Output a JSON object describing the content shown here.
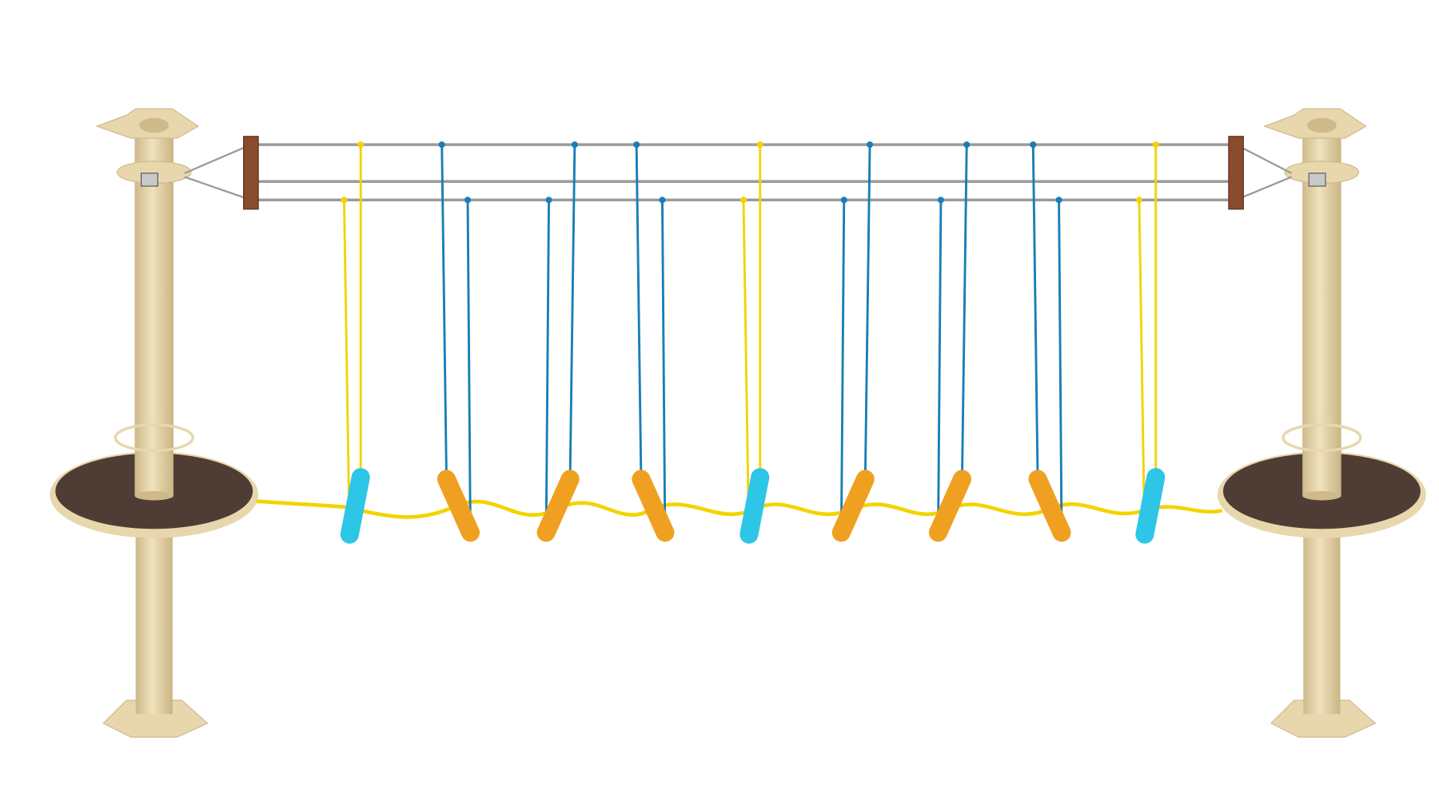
{
  "scene": {
    "colors": {
      "post": "#e8d7ad",
      "post_shade": "#cdb98a",
      "platform": "#4f3d35",
      "board": "#8a4a2c",
      "cable": "#9a9a9a",
      "rope_yellow": "#f2d400",
      "rope_blue": "#1a7db8",
      "grip_cyan": "#2ec6e6",
      "grip_orange": "#f0a021"
    },
    "handholds": [
      {
        "color": "cyan"
      },
      {
        "color": "orange"
      },
      {
        "color": "orange"
      },
      {
        "color": "orange"
      },
      {
        "color": "cyan"
      },
      {
        "color": "orange"
      },
      {
        "color": "orange"
      },
      {
        "color": "orange"
      },
      {
        "color": "cyan"
      }
    ]
  }
}
